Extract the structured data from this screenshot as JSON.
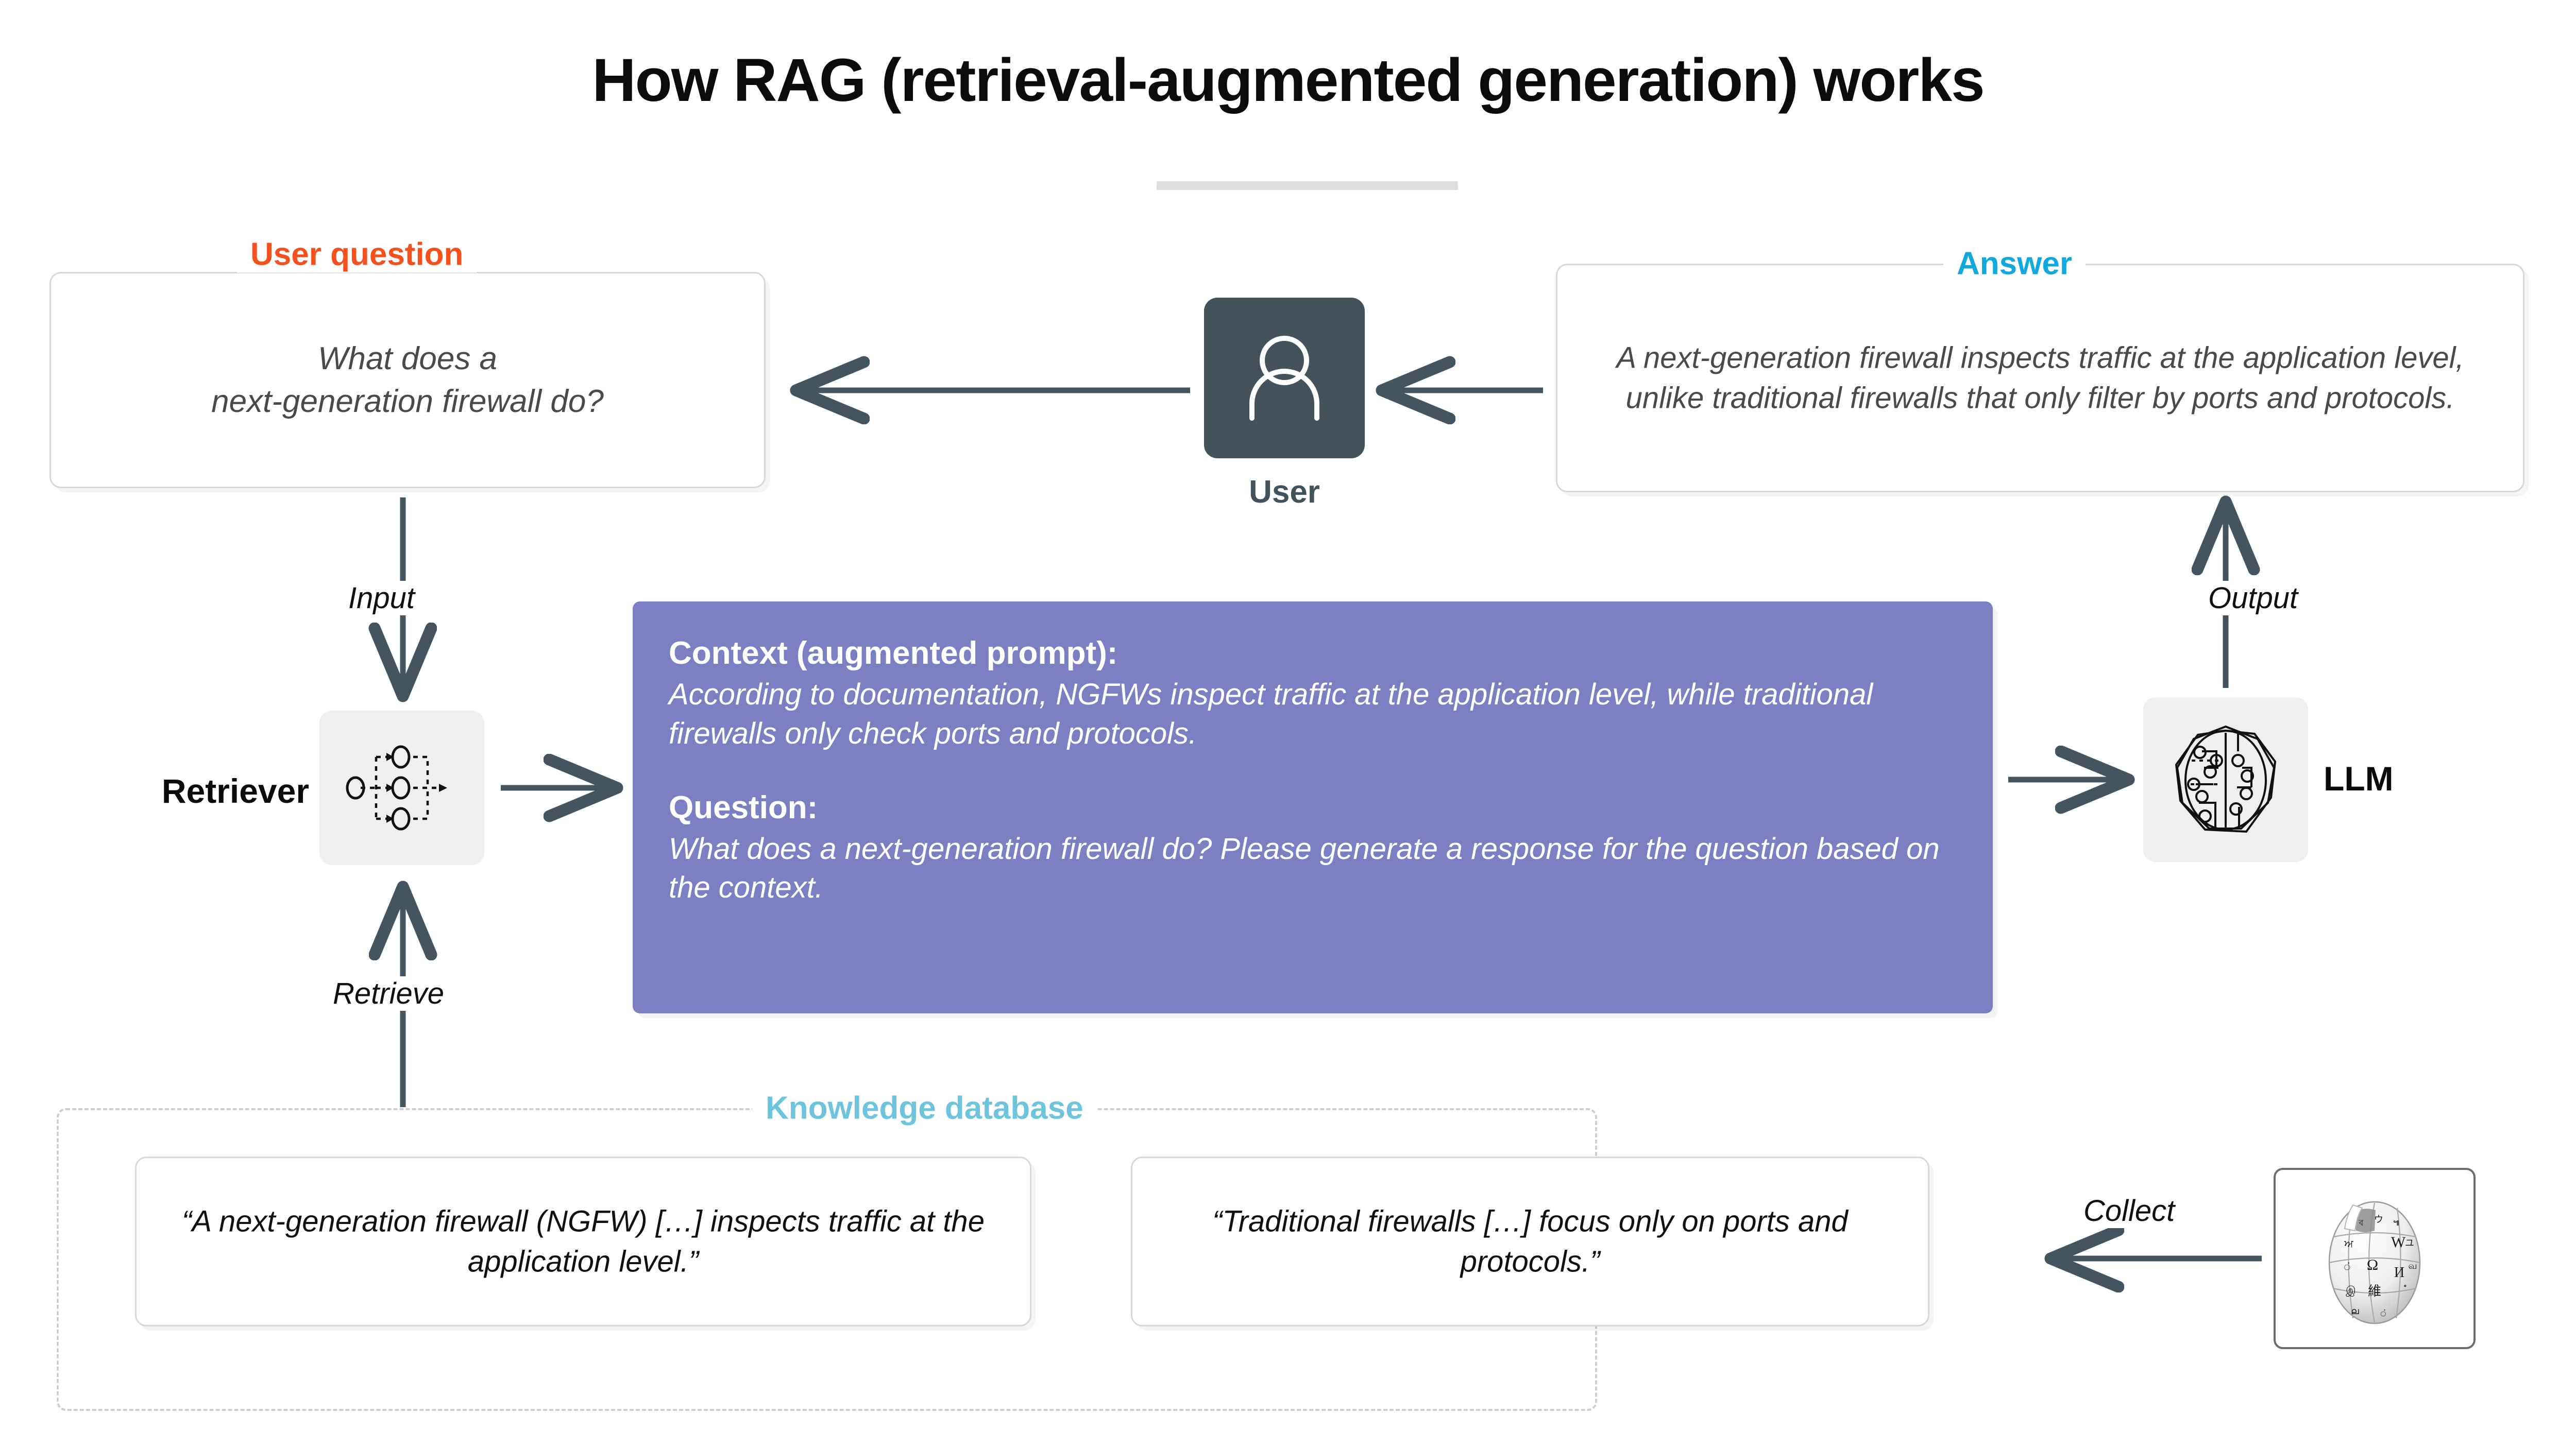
{
  "title": "How RAG (retrieval-augmented generation) works",
  "colors": {
    "user_question_label": "#f4511e",
    "answer_label": "#10a8dd",
    "knowledge_db_label": "#6ec3dd",
    "context_box_bg": "#7c80c2",
    "arrow": "#44555f",
    "user_avatar_bg": "#43525b",
    "icon_tile_bg": "#efefef",
    "card_border": "#d8d8d8",
    "title_divider": "#dedede"
  },
  "user_question": {
    "label": "User question",
    "text": "What does a\nnext-generation firewall do?"
  },
  "answer": {
    "label": "Answer",
    "text": "A next-generation firewall inspects traffic at the application level, unlike traditional firewalls that only filter by ports and protocols."
  },
  "user": {
    "label": "User",
    "icon": "person-icon"
  },
  "context": {
    "heading_1": "Context (augmented prompt):",
    "body_1": "According to documentation, NGFWs inspect traffic at the application level, while traditional firewalls only check ports and protocols.",
    "heading_2": "Question:",
    "body_2": "What does a next-generation firewall do? Please generate a response for the question based on the context."
  },
  "retriever": {
    "label": "Retriever",
    "icon": "retriever-network-icon"
  },
  "llm": {
    "label": "LLM",
    "icon": "brain-circuit-icon"
  },
  "knowledge_database": {
    "label": "Knowledge database",
    "documents": [
      "“A next-generation firewall (NGFW) […] inspects traffic at the application level.”",
      "“Traditional firewalls […] focus only on ports and protocols.”"
    ]
  },
  "source": {
    "icon": "wikipedia-globe-icon"
  },
  "arrow_labels": {
    "input": "Input",
    "retrieve": "Retrieve",
    "output": "Output",
    "collect": "Collect"
  }
}
